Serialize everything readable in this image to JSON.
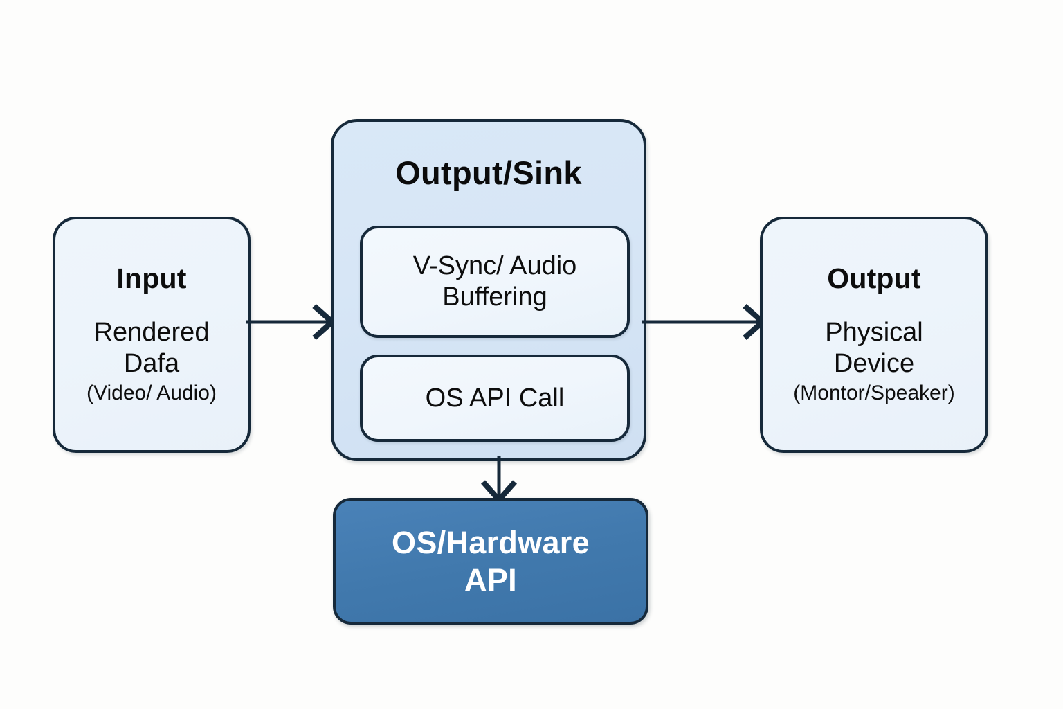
{
  "diagram": {
    "title": "Output/Sink stage of a media pipeline",
    "background_color": "#fdfdfc",
    "accent_color": "#4179ad",
    "outline_color": "#16293a",
    "panel_fill": "#d7e6f6",
    "node_fill": "#eef5fb"
  },
  "input_node": {
    "title": "Input",
    "body": "Rendered\nDafa",
    "body_line1": "Rendered",
    "body_line2": "Dafa",
    "sub": "(Video/ Audio)"
  },
  "sink_node": {
    "title": "Output/Sink",
    "children": [
      {
        "label_line1": "V-Sync/ Audio",
        "label_line2": "Buffering"
      },
      {
        "label_line1": "OS API Call",
        "label_line2": ""
      }
    ]
  },
  "output_node": {
    "title": "Output",
    "body_line1": "Physical",
    "body_line2": "Device",
    "sub": "(Montor/Speaker)"
  },
  "os_hardware_node": {
    "label_line1": "OS/Hardware",
    "label_line2": "API"
  },
  "connectors": [
    {
      "name": "input-to-sink",
      "direction": "right"
    },
    {
      "name": "sink-to-output",
      "direction": "right"
    },
    {
      "name": "sink-to-os-hardware",
      "direction": "down"
    }
  ]
}
